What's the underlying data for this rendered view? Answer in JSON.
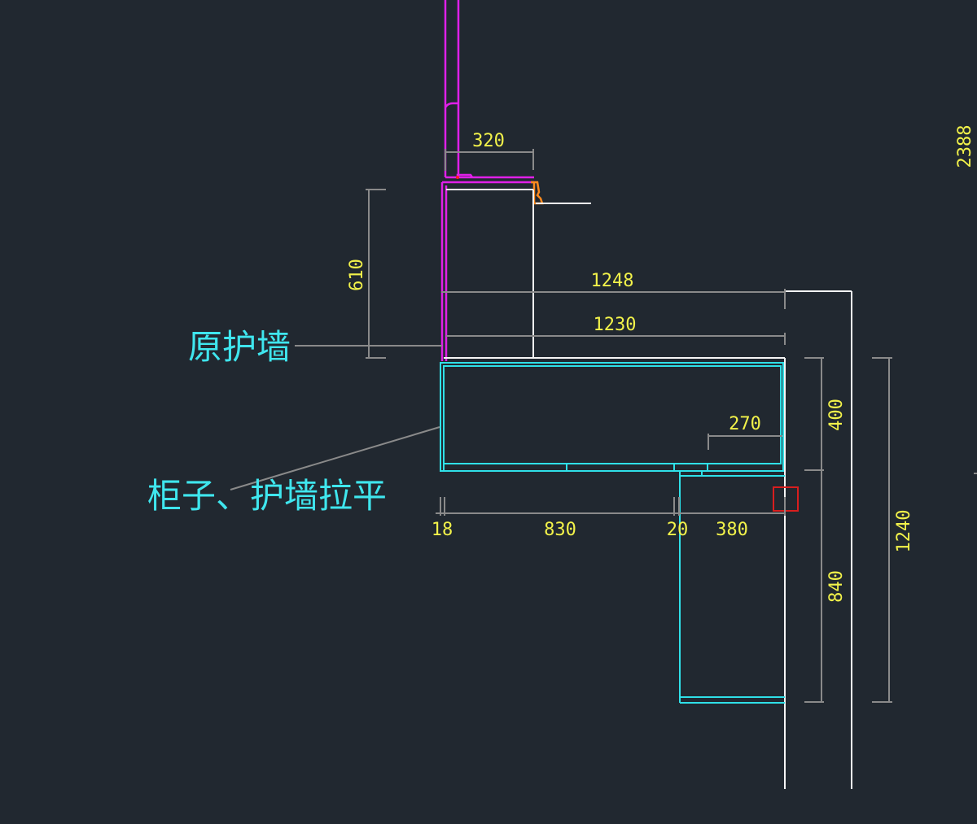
{
  "drawing": {
    "background": "#212830",
    "colors": {
      "dimension_text": "#f2f24a",
      "label_text": "#3fe6ee",
      "dimension_line": "#8a8a8a",
      "wall": "#f5f5f5",
      "cabinet": "#2fe0e8",
      "original_wall": "#e020e8",
      "molding": "#ff8a1e",
      "selection_marker": "#d81e1e"
    },
    "labels": {
      "original_wall": "原护墙",
      "cabinet_wall_flush": "柜子、护墙拉平"
    },
    "dimensions": {
      "d320": "320",
      "d610": "610",
      "d1248": "1248",
      "d1230": "1230",
      "d270": "270",
      "d18": "18",
      "d830": "830",
      "d20": "20",
      "d380": "380",
      "d400": "400",
      "d840": "840",
      "d1240": "1240",
      "d2388": "2388"
    }
  }
}
